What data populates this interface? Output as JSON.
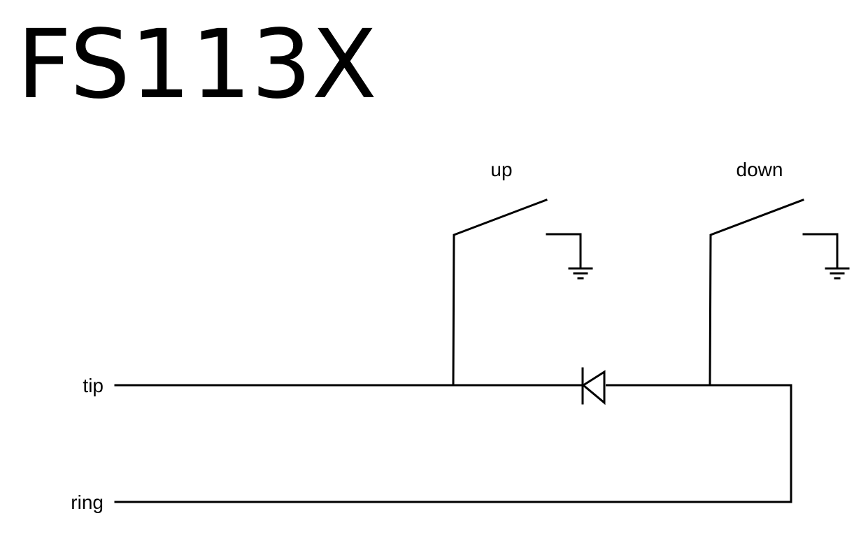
{
  "title": "FS113X",
  "labels": {
    "up": "up",
    "down": "down",
    "tip": "tip",
    "ring": "ring"
  },
  "colors": {
    "stroke": "#000000",
    "background": "#ffffff"
  }
}
